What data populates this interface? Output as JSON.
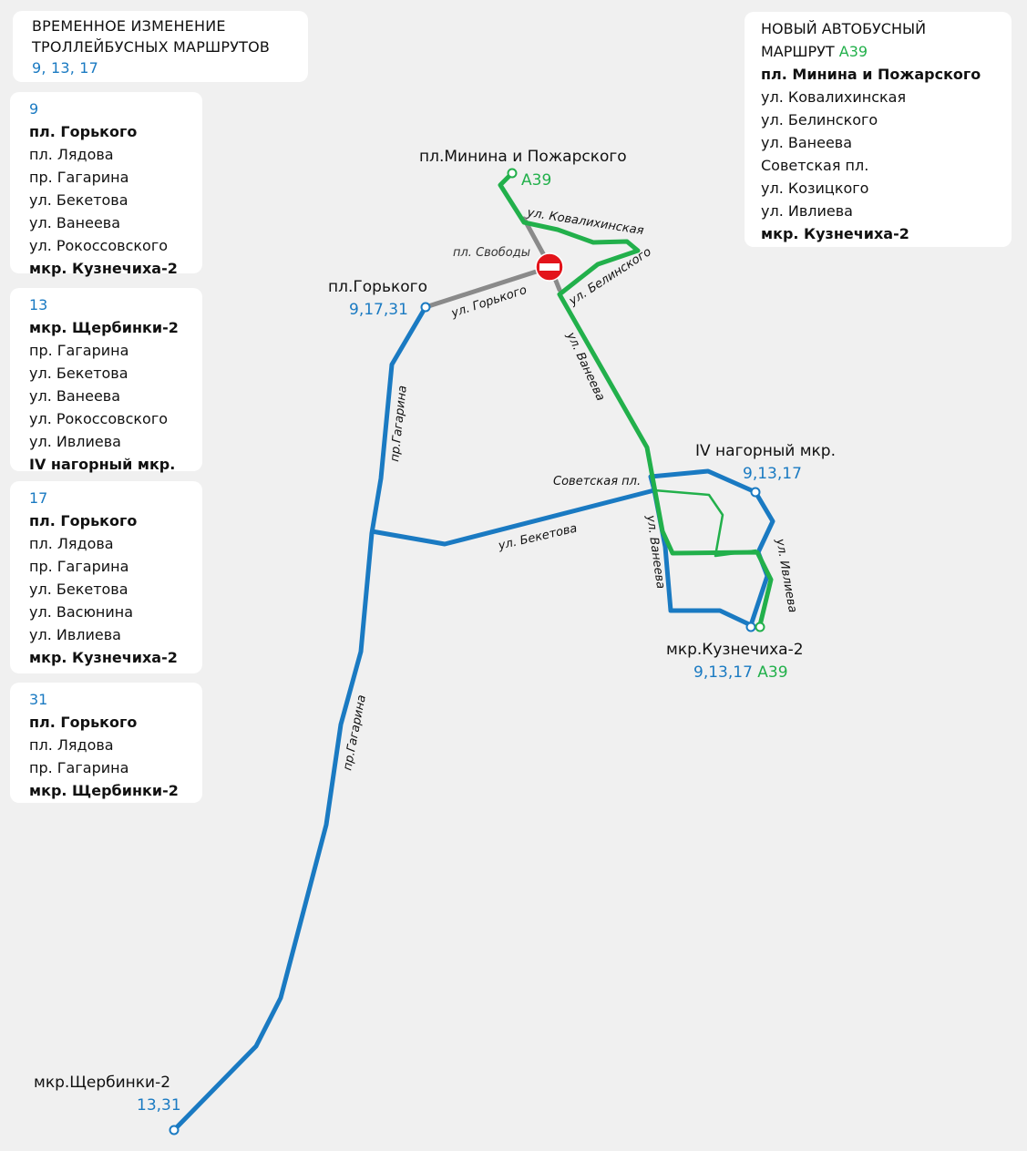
{
  "header_left": {
    "line1": "ВРЕМЕННОЕ ИЗМЕНЕНИЕ",
    "line2": "ТРОЛЛЕЙБУСНЫХ МАРШРУТОВ",
    "routes": "9, 13, 17"
  },
  "header_right": {
    "line1": "НОВЫЙ АВТОБУСНЫЙ",
    "line2": "МАРШРУТ",
    "route": "А39",
    "stops": [
      {
        "name": "пл. Минина и Пожарского",
        "bold": true
      },
      {
        "name": "ул. Ковалихинская",
        "bold": false
      },
      {
        "name": "ул. Белинского",
        "bold": false
      },
      {
        "name": "ул. Ванеева",
        "bold": false
      },
      {
        "name": "Советская пл.",
        "bold": false
      },
      {
        "name": "ул. Козицкого",
        "bold": false
      },
      {
        "name": "ул. Ивлиева",
        "bold": false
      },
      {
        "name": "мкр. Кузнечиха-2",
        "bold": true
      }
    ]
  },
  "route_cards": [
    {
      "number": "9",
      "stops": [
        {
          "name": "пл. Горького",
          "bold": true
        },
        {
          "name": "пл. Лядова",
          "bold": false
        },
        {
          "name": "пр. Гагарина",
          "bold": false
        },
        {
          "name": "ул. Бекетова",
          "bold": false
        },
        {
          "name": "ул. Ванеева",
          "bold": false
        },
        {
          "name": "ул. Рокоссовского",
          "bold": false
        },
        {
          "name": "мкр. Кузнечиха-2",
          "bold": true
        }
      ]
    },
    {
      "number": "13",
      "stops": [
        {
          "name": "мкр. Щербинки-2",
          "bold": true
        },
        {
          "name": "пр. Гагарина",
          "bold": false
        },
        {
          "name": "ул. Бекетова",
          "bold": false
        },
        {
          "name": "ул. Ванеева",
          "bold": false
        },
        {
          "name": "ул. Рокоссовского",
          "bold": false
        },
        {
          "name": "ул. Ивлиева",
          "bold": false
        },
        {
          "name": "IV нагорный мкр.",
          "bold": true
        }
      ]
    },
    {
      "number": "17",
      "stops": [
        {
          "name": "пл. Горького",
          "bold": true
        },
        {
          "name": "пл. Лядова",
          "bold": false
        },
        {
          "name": "пр. Гагарина",
          "bold": false
        },
        {
          "name": "ул. Бекетова",
          "bold": false
        },
        {
          "name": "ул. Васюнина",
          "bold": false
        },
        {
          "name": "ул. Ивлиева",
          "bold": false
        },
        {
          "name": "мкр. Кузнечиха-2",
          "bold": true
        }
      ]
    },
    {
      "number": "31",
      "stops": [
        {
          "name": "пл. Горького",
          "bold": true
        },
        {
          "name": "пл. Лядова",
          "bold": false
        },
        {
          "name": "пр. Гагарина",
          "bold": false
        },
        {
          "name": "мкр. Щербинки-2",
          "bold": true
        }
      ]
    }
  ],
  "map": {
    "colors": {
      "trolleybus": "#1a7ac2",
      "bus_a39": "#22b04b",
      "closed": "#8a8a8a",
      "no_entry": "#e3141b"
    },
    "stops": {
      "minina_name": "пл.Минина и Пожарского",
      "minina_routes": "А39",
      "gorkogo_name": "пл.Горького",
      "gorkogo_routes": "9,17,31",
      "nagorny_name": "IV нагорный мкр.",
      "nagorny_routes": "9,13,17",
      "kuznechikha_name": "мкр.Кузнечиха-2",
      "kuznechikha_routes": "9,13,17",
      "kuznechikha_bus": "А39",
      "shcherbinki_name": "мкр.Щербинки-2",
      "shcherbinki_routes": "13,31"
    },
    "streets": {
      "svobody": "пл. Свободы",
      "kovalikhinskaya": "ул. Ковалихинская",
      "belinskogo": "ул. Белинского",
      "gorkogo": "ул. Горького",
      "vaneeva_1": "ул. Ванеева",
      "vaneeva_2": "ул. Ванеева",
      "sovetskaya": "Советская пл.",
      "beketova": "ул. Бекетова",
      "ivlieva": "ул. Ивлиева",
      "gagarina_1": "пр.Гагарина",
      "gagarina_2": "пр.Гагарина"
    },
    "icons": [
      "no-entry-icon",
      "stop-marker-icon"
    ]
  }
}
